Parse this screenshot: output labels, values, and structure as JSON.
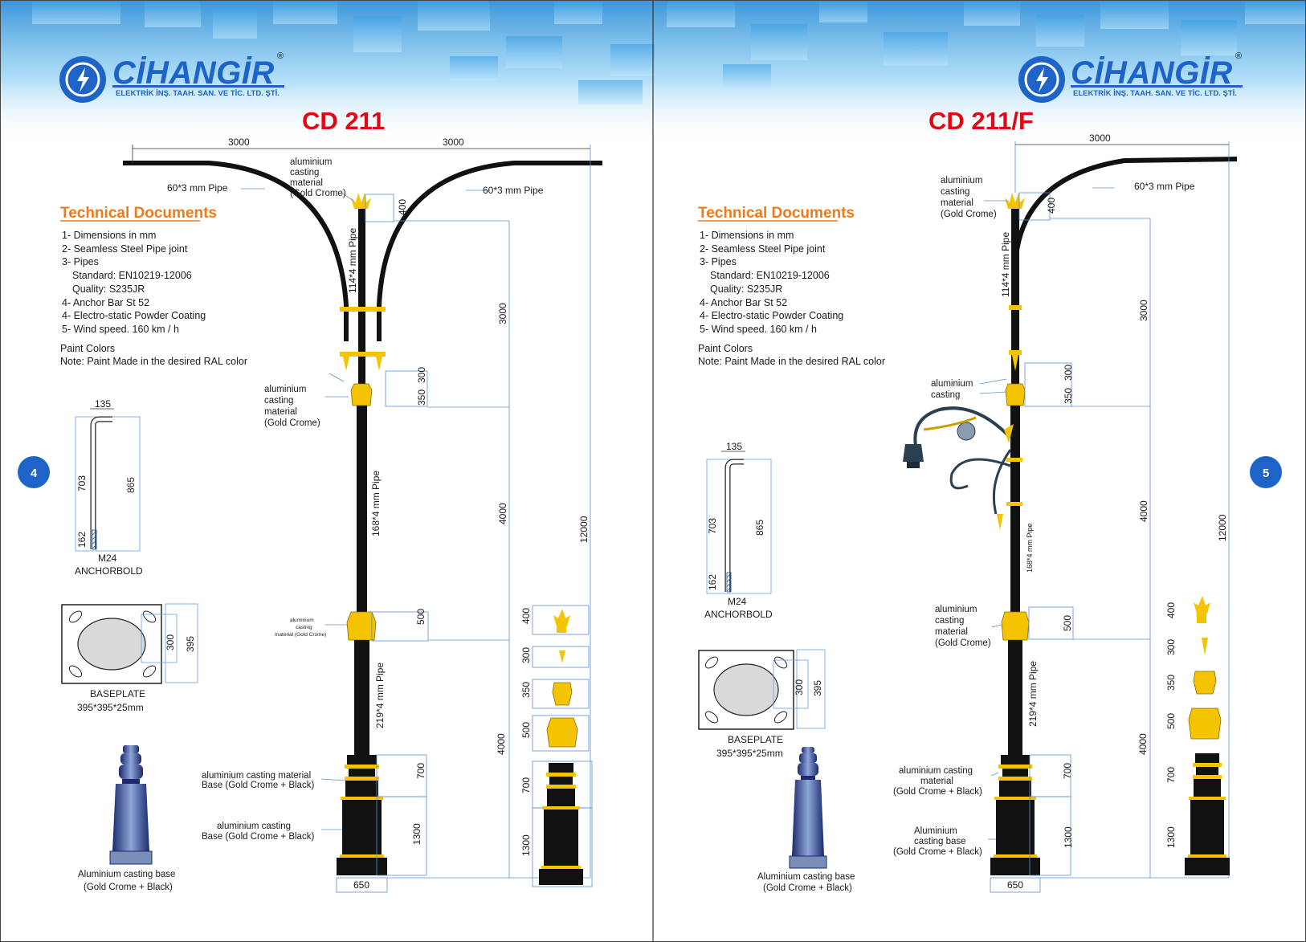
{
  "brand": {
    "name": "CİHANGİR",
    "registered": "®",
    "subtitle": "ELEKTRİK İNŞ. TAAH. SAN. VE TİC. LTD. ŞTİ."
  },
  "colors": {
    "title": "#e30613",
    "heading": "#f07a1a",
    "brand": "#1e63c8",
    "pole": "#111111",
    "gold": "#f5c400",
    "dimension": "#5b8fd6"
  },
  "left": {
    "page_number": "4",
    "model": "CD 211",
    "arm_span_left": "3000",
    "arm_span_right": "3000",
    "pipe_arm_left": "60*3 mm Pipe",
    "pipe_arm_right": "60*3 mm Pipe",
    "top_label": [
      "aluminium",
      "casting",
      "material",
      "(Gold Crome)"
    ],
    "mid_label": [
      "aluminium",
      "casting",
      "material",
      "(Gold Crome)"
    ],
    "small_label": [
      "aluminium",
      "casting",
      "material (Gold Crome)"
    ],
    "base_label_1": [
      "aluminium casting material",
      "Base (Gold Crome + Black)"
    ],
    "base_label_2": [
      "aluminium casting",
      "Base (Gold Crome + Black)"
    ],
    "pipe_114": "114*4 mm Pipe",
    "pipe_168": "168*4 mm Pipe",
    "pipe_219": "219*4 mm Pipe",
    "dims": {
      "d400": "400",
      "d300": "300",
      "d350": "350",
      "d500": "500",
      "d700": "700",
      "d1300": "1300",
      "d3000": "3000",
      "d4000a": "4000",
      "d4000b": "4000",
      "d12000": "12000",
      "d650": "650"
    }
  },
  "right": {
    "page_number": "5",
    "model": "CD 211/F",
    "arm_span": "3000",
    "pipe_arm": "60*3 mm Pipe",
    "top_label": [
      "aluminium",
      "casting",
      "material",
      "(Gold Crome)"
    ],
    "mid_label": [
      "aluminium",
      "casting"
    ],
    "lower_label": [
      "aluminium",
      "casting",
      "material",
      "(Gold Crome)"
    ],
    "base_label_1": [
      "aluminium casting",
      "material",
      "(Gold Crome + Black)"
    ],
    "base_label_2": [
      "Aluminium",
      "casting base",
      "(Gold Crome + Black)"
    ],
    "pipe_114": "114*4 mm Pipe",
    "pipe_168": "168*4 mm Pipe",
    "pipe_219": "219*4 mm Pipe",
    "dims": {
      "d400": "400",
      "d300": "300",
      "d350": "350",
      "d500": "500",
      "d700": "700",
      "d1300": "1300",
      "d3000": "3000",
      "d4000a": "4000",
      "d4000b": "4000",
      "d12000": "12000",
      "d650": "650"
    }
  },
  "tech_docs": {
    "heading": "Technical Documents",
    "items": [
      "1- Dimensions in mm",
      "2- Seamless Steel Pipe joint",
      "3- Pipes",
      "Standard: EN10219-12006",
      "Quality: S235JR",
      "4- Anchor Bar  St 52",
      "4- Electro-static Powder Coating",
      "5- Wind speed. 160 km / h"
    ],
    "paint_colors": "Paint Colors",
    "paint_note": "Note: Paint Made in the desired RAL color"
  },
  "anchor": {
    "width": "135",
    "length_1": "703",
    "length_2": "865",
    "thread": "162",
    "bolt": "M24",
    "name": "ANCHORBOLD"
  },
  "baseplate": {
    "dim_1": "300",
    "dim_2": "395",
    "name": "BASEPLATE",
    "size": "395*395*25mm"
  },
  "casting_base": {
    "left_caption": [
      "Aluminium casting base",
      "(Gold Crome + Black)"
    ],
    "right_caption": [
      "Aluminium casting base",
      "(Gold Crome + Black)"
    ]
  },
  "parts_legend": {
    "dims": [
      "400",
      "300",
      "350",
      "500",
      "700",
      "1300"
    ]
  }
}
